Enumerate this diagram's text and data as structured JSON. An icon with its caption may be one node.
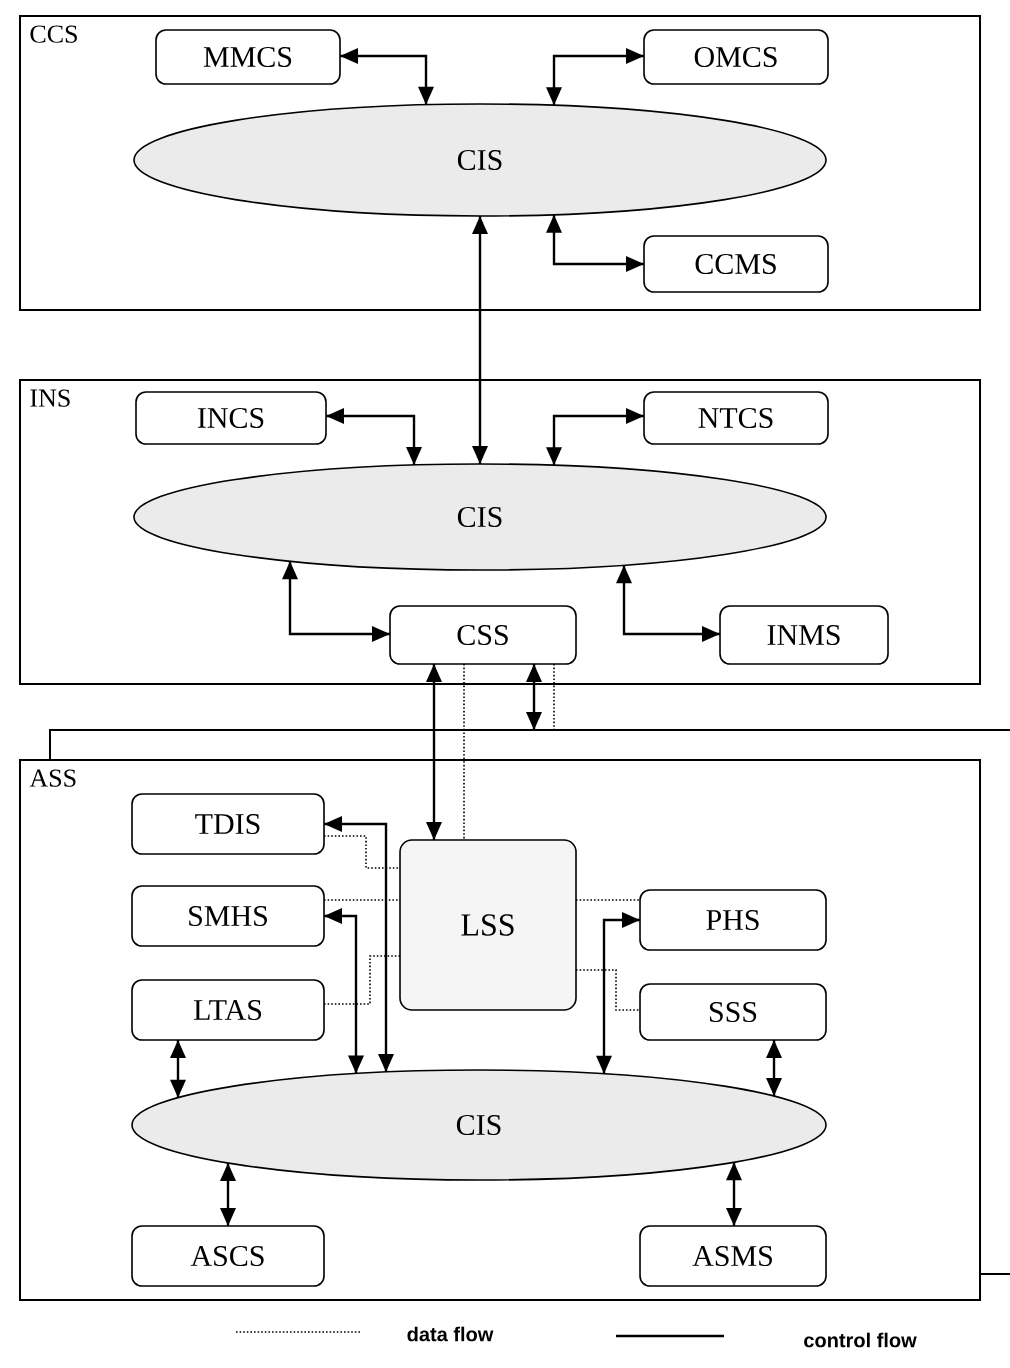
{
  "diagram": {
    "nodes": [
      {
        "text": [
          "CCS"
        ]
      },
      {
        "text": [
          "MMCS"
        ],
        "in": 0
      },
      {
        "text": [
          "OMCS"
        ],
        "in": 0
      },
      {
        "text": [
          "CIS"
        ],
        "in": 0
      },
      {
        "text": [
          "CCMS"
        ],
        "in": 0
      },
      {
        "text": [
          "INS"
        ]
      },
      {
        "text": [
          "INCS"
        ],
        "in": 5
      },
      {
        "text": [
          "NTCS"
        ],
        "in": 5
      },
      {
        "text": [
          "CIS"
        ],
        "in": 5
      },
      {
        "text": [
          "CSS"
        ],
        "in": 5
      },
      {
        "text": [
          "INMS"
        ],
        "in": 5
      },
      {
        "text": [
          "ASS"
        ]
      },
      {
        "text": [
          "TDIS"
        ],
        "in": 11
      },
      {
        "text": [
          "SMHS"
        ],
        "in": 11
      },
      {
        "text": [
          "LTAS"
        ],
        "in": 11
      },
      {
        "text": [
          "LSS"
        ],
        "in": 11
      },
      {
        "text": [
          "PHS"
        ],
        "in": 11
      },
      {
        "text": [
          "SSS"
        ],
        "in": 11
      },
      {
        "text": [
          "CIS"
        ],
        "in": 11
      },
      {
        "text": [
          "ASCS"
        ],
        "in": 11
      },
      {
        "text": [
          "ASMS"
        ],
        "in": 11
      }
    ],
    "edges": [
      {
        "from": 1,
        "to": 3,
        "arrow": "both"
      },
      {
        "from": 2,
        "to": 3,
        "arrow": "both"
      },
      {
        "from": 3,
        "to": 4,
        "arrow": "both"
      },
      {
        "from": 3,
        "to": 8,
        "arrow": "both"
      },
      {
        "from": 6,
        "to": 8,
        "arrow": "both"
      },
      {
        "from": 7,
        "to": 8,
        "arrow": "both"
      },
      {
        "from": 8,
        "to": 9,
        "arrow": "both"
      },
      {
        "from": 8,
        "to": 10,
        "arrow": "both"
      },
      {
        "from": 9,
        "to": 15,
        "arrow": "both"
      },
      {
        "from": 9,
        "to": null,
        "arrow": "both"
      },
      {
        "from": 9,
        "to": 15,
        "arrow": "none",
        "style": "dashed"
      },
      {
        "from": 9,
        "to": null,
        "arrow": "none",
        "style": "dashed"
      },
      {
        "from": 12,
        "to": 18,
        "arrow": "both"
      },
      {
        "from": 13,
        "to": 18,
        "arrow": "both"
      },
      {
        "from": 14,
        "to": 18,
        "arrow": "both"
      },
      {
        "from": 18,
        "to": 16,
        "arrow": "both"
      },
      {
        "from": 17,
        "to": 18,
        "arrow": "both"
      },
      {
        "from": 18,
        "to": 19,
        "arrow": "both"
      },
      {
        "from": 18,
        "to": 20,
        "arrow": "both"
      },
      {
        "from": 12,
        "to": 15,
        "arrow": "none",
        "style": "dashed"
      },
      {
        "from": 13,
        "to": 15,
        "arrow": "none",
        "style": "dashed"
      },
      {
        "from": 14,
        "to": 15,
        "arrow": "none",
        "style": "dashed"
      },
      {
        "from": 15,
        "to": 16,
        "arrow": "none",
        "style": "dashed"
      },
      {
        "from": 15,
        "to": 17,
        "arrow": "none",
        "style": "dashed"
      }
    ],
    "legend": [
      {
        "text": "data flow"
      },
      {
        "text": "control flow"
      }
    ]
  }
}
